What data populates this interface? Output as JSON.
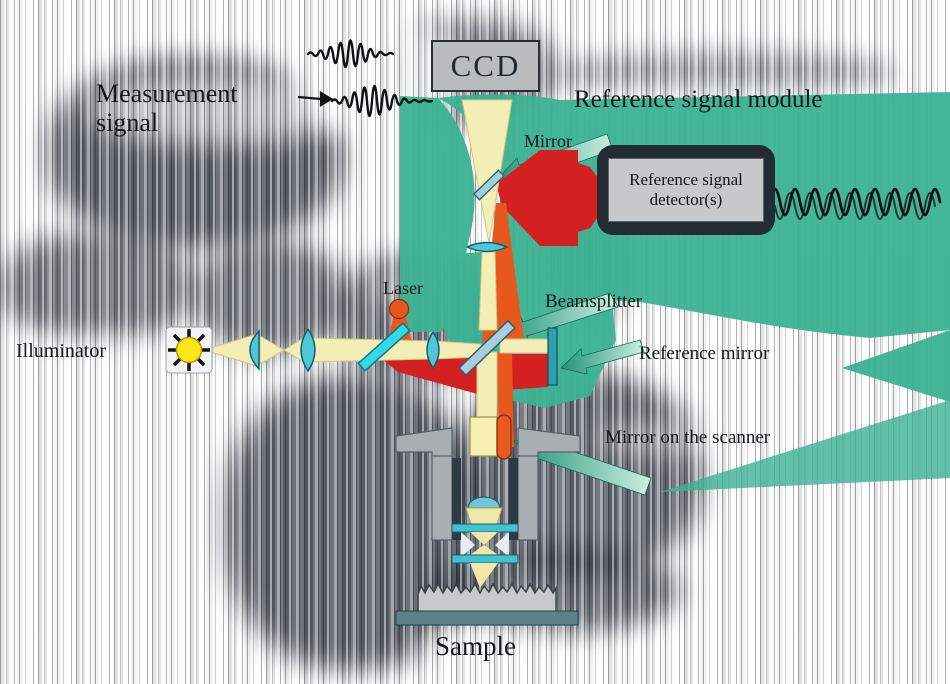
{
  "labels": {
    "measurement_signal_line1": "Measurement",
    "measurement_signal_line2": "signal",
    "ccd": "CCD",
    "reference_signal_module": "Reference signal module",
    "reference_signal_detector_line1": "Reference signal",
    "reference_signal_detector_line2": "detector(s)",
    "mirror": "Mirror",
    "laser": "Laser",
    "beamsplitter": "Beamsplitter",
    "reference_mirror": "Reference mirror",
    "mirror_on_scanner": "Mirror on the scanner",
    "illuminator": "Illuminator",
    "sample": "Sample"
  },
  "colors": {
    "annotation_teal": "#3cb293",
    "laser_red": "#d42020",
    "laser_orange": "#e8581c",
    "beam_yellow": "#f3eeb6",
    "sun_yellow": "#ffe619",
    "optics_cyan": "#52c6d8",
    "box_grey": "#b8bcbf",
    "module_dark": "#232c32",
    "text": "#15181b"
  }
}
